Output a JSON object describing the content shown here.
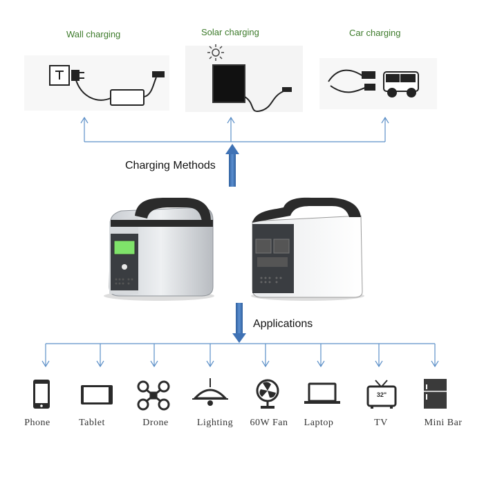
{
  "charging": {
    "wall_label": "Wall charging",
    "solar_label": "Solar charging",
    "car_label": "Car charging",
    "title": "Charging Methods"
  },
  "applications": {
    "title": "Applications",
    "items": [
      {
        "label": "Phone",
        "icon": "phone-icon"
      },
      {
        "label": "Tablet",
        "icon": "tablet-icon"
      },
      {
        "label": "Drone",
        "icon": "drone-icon"
      },
      {
        "label": "Lighting",
        "icon": "lamp-icon"
      },
      {
        "label": "60W Fan",
        "icon": "fan-icon"
      },
      {
        "label": "Laptop",
        "icon": "laptop-icon"
      },
      {
        "label": "TV",
        "icon": "tv-icon"
      },
      {
        "label": "Mini Bar",
        "icon": "fridge-icon"
      }
    ],
    "tv_screen_text": "32\""
  },
  "colors": {
    "connector": "#5b8fc7",
    "big_arrow": "#3f72b5",
    "label_green": "#3c7a2a",
    "icon_dark": "#2a2a2a"
  }
}
